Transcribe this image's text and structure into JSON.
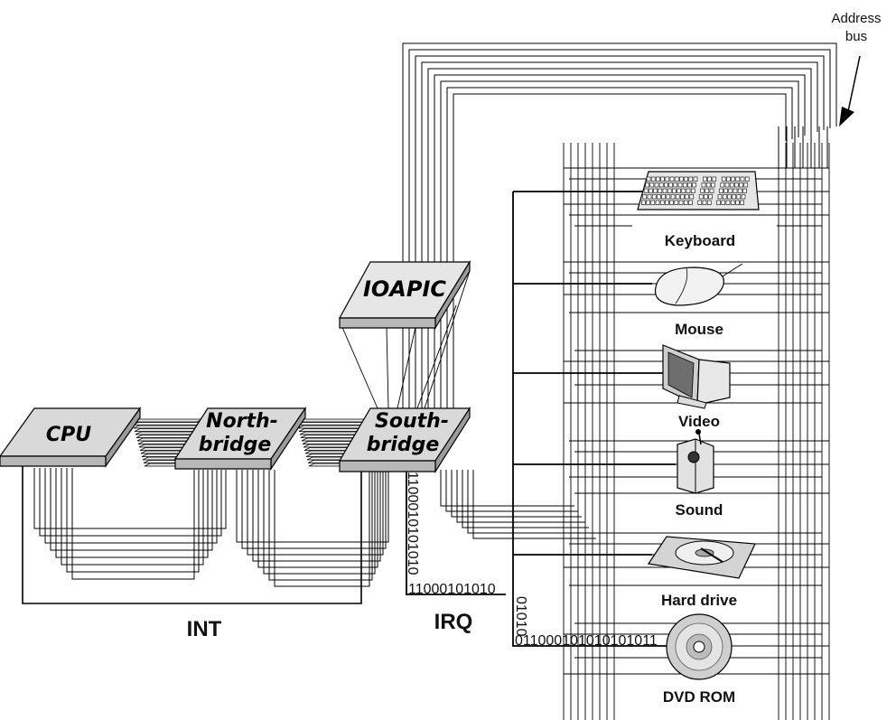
{
  "chips": {
    "cpu": "CPU",
    "northbridge_line1": "North-",
    "northbridge_line2": "bridge",
    "southbridge_line1": "South-",
    "southbridge_line2": "bridge",
    "ioapic": "IOAPIC"
  },
  "devices": {
    "keyboard": "Keyboard",
    "mouse": "Mouse",
    "video": "Video",
    "sound": "Sound",
    "hard_drive": "Hard drive",
    "dvd_rom": "DVD ROM"
  },
  "buses": {
    "int": "INT",
    "irq": "IRQ",
    "address_line1": "Address",
    "address_line2": "bus"
  },
  "bit_streams": {
    "vertical_south": "1100010101010",
    "horizontal_irq": "11000101010",
    "vertical_irq": "01010",
    "dvd_row": "011000101010101011"
  }
}
